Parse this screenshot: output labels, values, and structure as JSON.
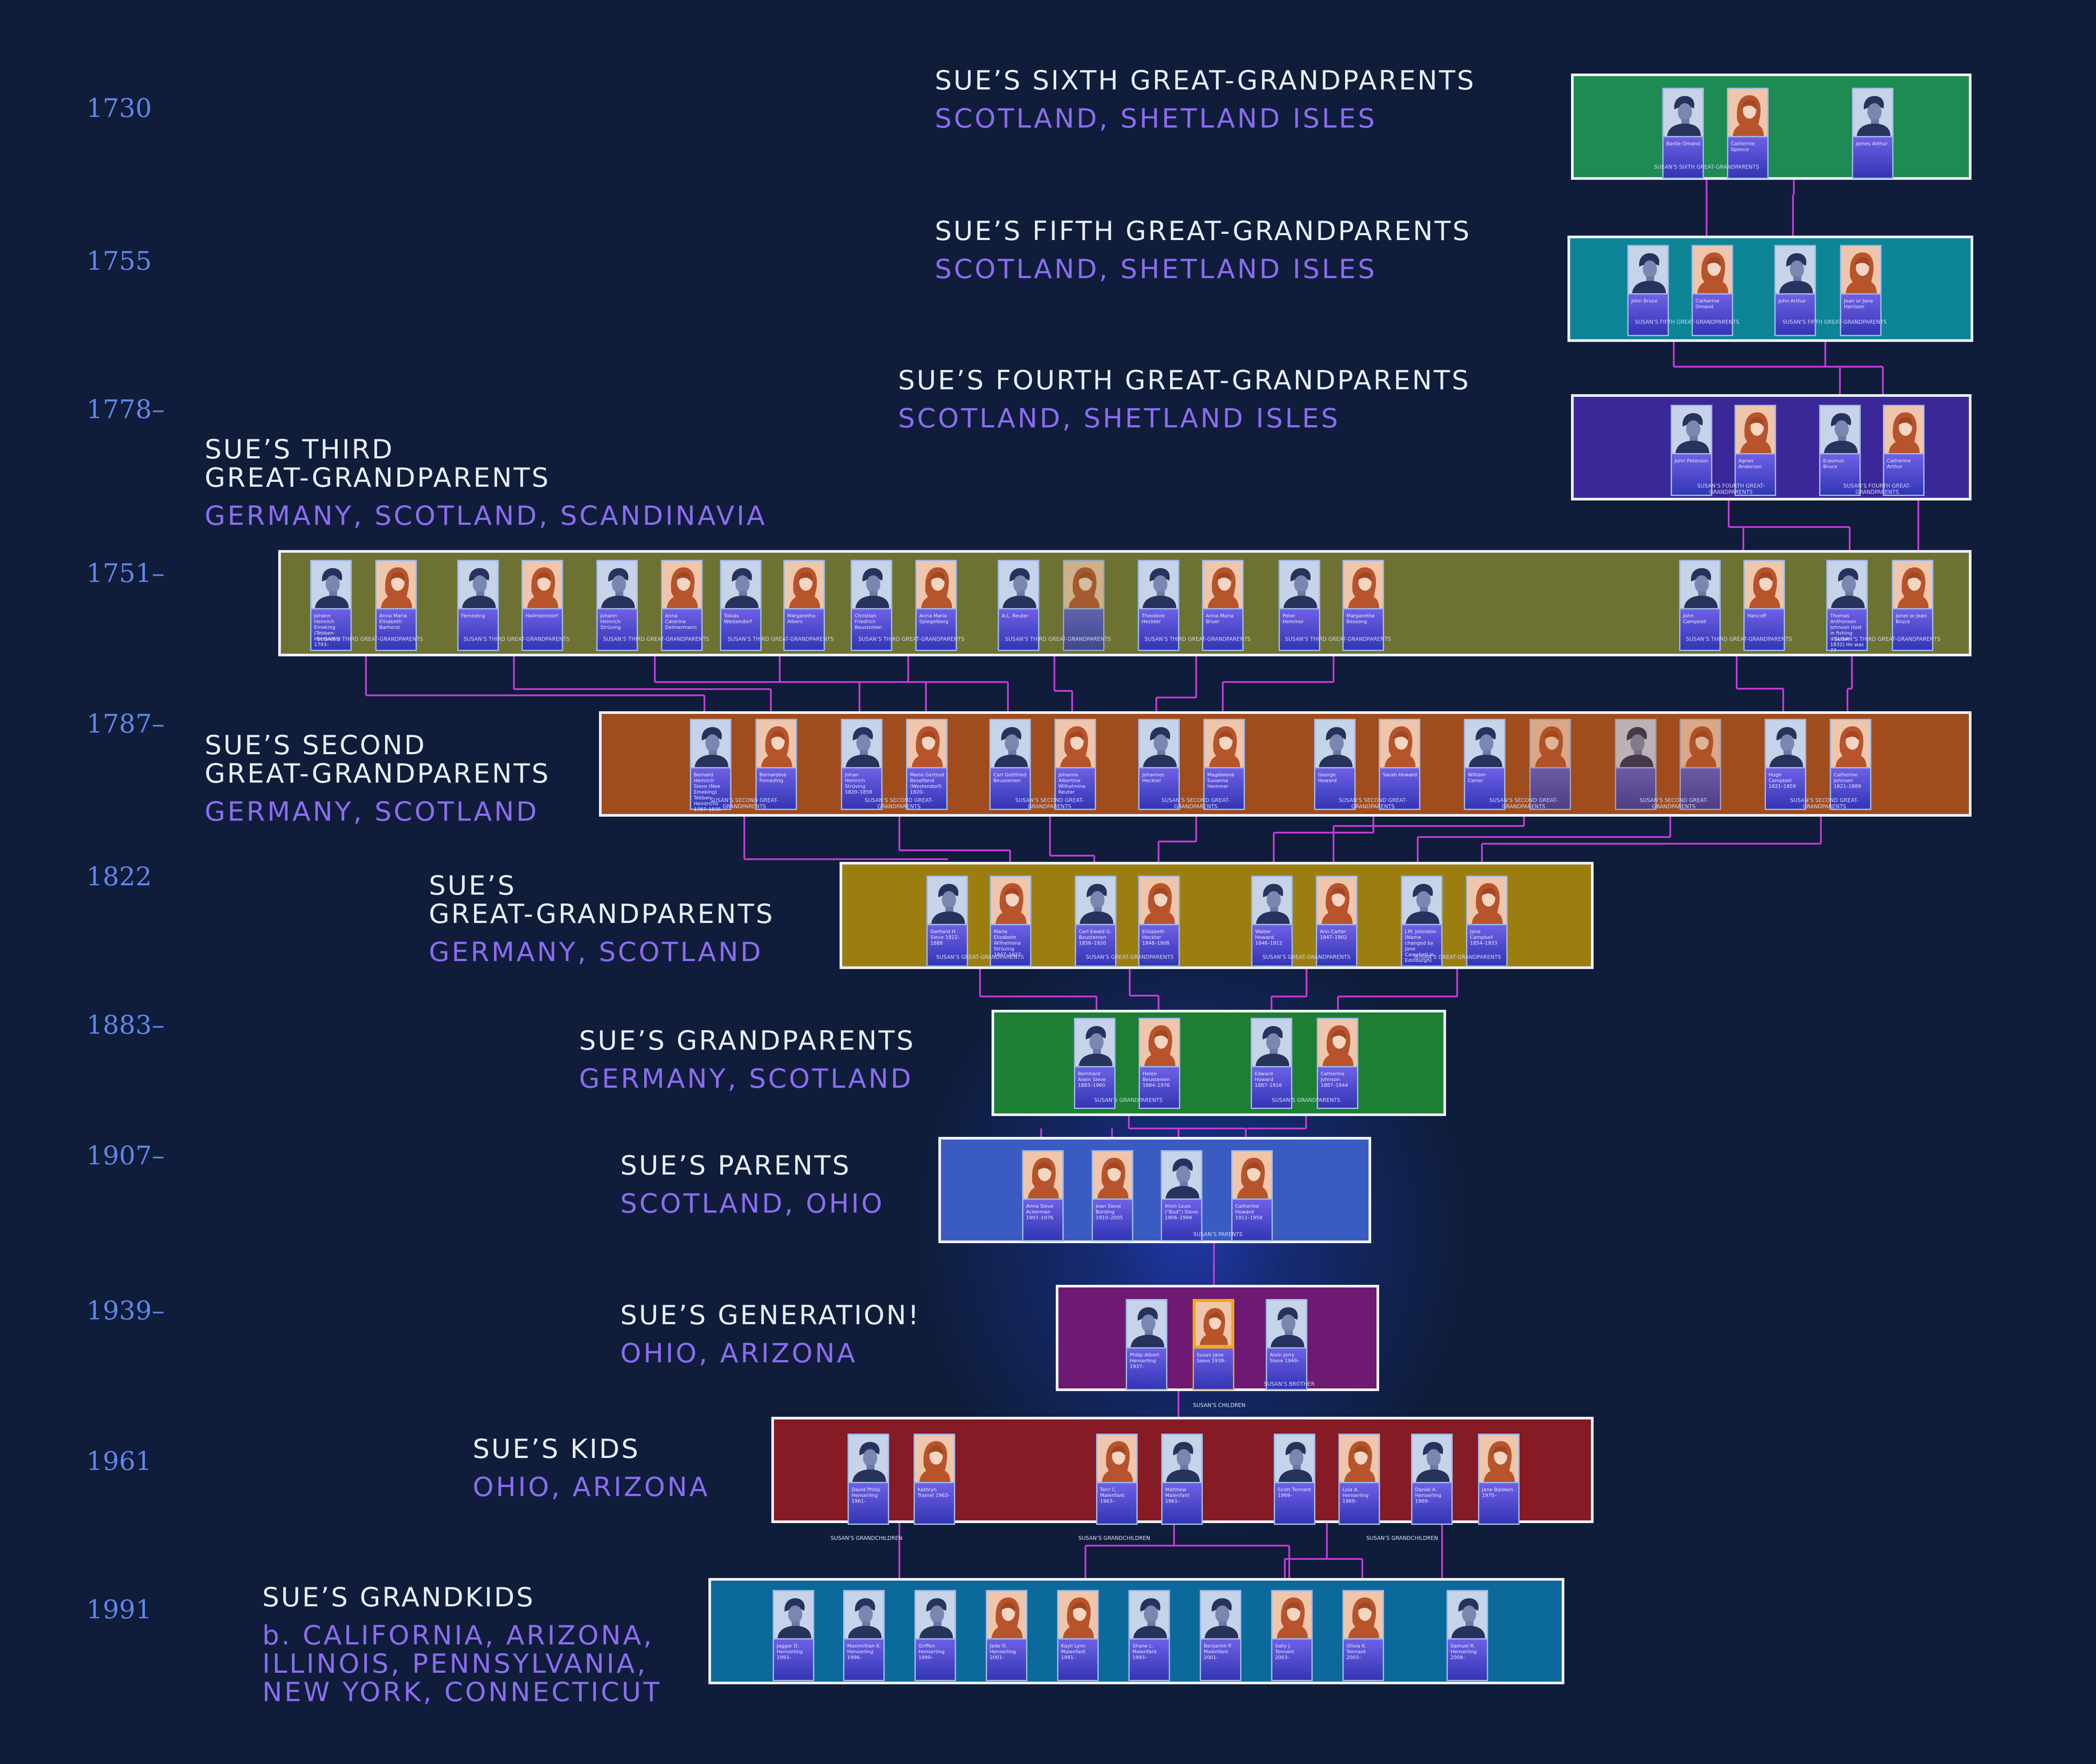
{
  "colors": {
    "background": "#0f1d3b",
    "year": "#5f87e8",
    "title": "#e9ecf6",
    "place": "#8c6cf0",
    "connector": "#c33bd6",
    "box_border": "#eef1f7"
  },
  "years": [
    "1730",
    "1755",
    "1778–",
    "1751–",
    "1787–",
    "1822",
    "1883–",
    "1907–",
    "1939–",
    "1961",
    "1991"
  ],
  "generations": [
    {
      "title_lines": [
        "SUE’S SIXTH GREAT-GRANDPARENTS"
      ],
      "place_lines": [
        "SCOTLAND, SHETLAND ISLES"
      ],
      "box_color": "#1e8b52",
      "people": [
        {
          "name": "Bartle Omand",
          "sex": "m",
          "icon": "man-portrait-icon"
        },
        {
          "name": "Catherine Spence",
          "sex": "f",
          "icon": "woman-portrait-icon"
        },
        {
          "name": "James Arthur",
          "sex": "m",
          "icon": "man-portrait-icon"
        }
      ],
      "captions": [
        "SUSAN’S SIXTH GREAT-GRANDPARENTS"
      ]
    },
    {
      "title_lines": [
        "SUE’S FIFTH GREAT-GRANDPARENTS"
      ],
      "place_lines": [
        "SCOTLAND, SHETLAND ISLES"
      ],
      "box_color": "#0e8597",
      "people": [
        {
          "name": "John Bruce",
          "sex": "m",
          "icon": "man-portrait-icon"
        },
        {
          "name": "Catherine Omand",
          "sex": "f",
          "icon": "woman-portrait-icon"
        },
        {
          "name": "John Arthur",
          "sex": "m",
          "icon": "man-portrait-icon"
        },
        {
          "name": "Jean or Jane Harrison",
          "sex": "f",
          "icon": "woman-portrait-icon"
        }
      ],
      "captions": [
        "SUSAN’S FIFTH GREAT-GRANDPARENTS",
        "SUSAN’S FIFTH GREAT-GRANDPARENTS"
      ]
    },
    {
      "title_lines": [
        "SUE’S FOURTH GREAT-GRANDPARENTS"
      ],
      "place_lines": [
        "SCOTLAND, SHETLAND ISLES"
      ],
      "box_color": "#3b2898",
      "people": [
        {
          "name": "John Peterson",
          "sex": "m",
          "icon": "man-portrait-icon"
        },
        {
          "name": "Agnes Anderson",
          "sex": "f",
          "icon": "woman-portrait-icon"
        },
        {
          "name": "Erasmus Bruce",
          "sex": "m",
          "icon": "man-portrait-icon"
        },
        {
          "name": "Catherine Arthur",
          "sex": "f",
          "icon": "woman-portrait-icon"
        }
      ],
      "captions": [
        "SUSAN’S FOURTH GREAT-GRANDPARENTS",
        "SUSAN’S FOURTH GREAT-GRANDPARENTS"
      ]
    },
    {
      "title_lines": [
        "SUE’S THIRD",
        "GREAT-GRANDPARENTS"
      ],
      "place_lines": [
        "GERMANY, SCOTLAND, SCANDINAVIA"
      ],
      "box_color": "#6d7232",
      "people": [
        {
          "name": "Johann Heinrich Emeking (Tebben-Hendrichs) 1793–",
          "sex": "m",
          "icon": "man-portrait-icon"
        },
        {
          "name": "Anna Maria Elisabeth Barhorst",
          "sex": "f",
          "icon": "woman-portrait-icon"
        },
        {
          "name": "Femeding",
          "sex": "m",
          "icon": "man-portrait-icon"
        },
        {
          "name": "Hallmeinstorf",
          "sex": "f",
          "icon": "woman-portrait-icon"
        },
        {
          "name": "Johann Heinrich Strüving",
          "sex": "m",
          "icon": "man-portrait-icon"
        },
        {
          "name": "Anna Catarina Deimermann",
          "sex": "f",
          "icon": "woman-portrait-icon"
        },
        {
          "name": "Tobias Westendorf",
          "sex": "m",
          "icon": "man-portrait-icon"
        },
        {
          "name": "Margaretha Albers",
          "sex": "f",
          "icon": "woman-portrait-icon"
        },
        {
          "name": "Christian Friedrich Beustenien",
          "sex": "m",
          "icon": "man-portrait-icon"
        },
        {
          "name": "Anna Maria Spiegelberg",
          "sex": "f",
          "icon": "woman-portrait-icon"
        },
        {
          "name": "A.L. Reuter",
          "sex": "m",
          "icon": "man-portrait-icon"
        },
        {
          "name": "",
          "sex": "f",
          "icon": "woman-portrait-icon"
        },
        {
          "name": "Theodore Heckter",
          "sex": "m",
          "icon": "man-portrait-icon"
        },
        {
          "name": "Anna Maria Bruer",
          "sex": "f",
          "icon": "woman-portrait-icon"
        },
        {
          "name": "Peter Hemmer",
          "sex": "m",
          "icon": "man-portrait-icon"
        },
        {
          "name": "Margaretha Bessong",
          "sex": "f",
          "icon": "woman-portrait-icon"
        },
        {
          "name": "John Campbell",
          "sex": "m",
          "icon": "man-portrait-icon"
        },
        {
          "name": "Hancoff",
          "sex": "f",
          "icon": "woman-portrait-icon"
        },
        {
          "name": "Thomas Anthonsen Johnsen (lost in fishing disaster 1832) He was 77",
          "sex": "m",
          "icon": "man-portrait-icon"
        },
        {
          "name": "Janet or Jean Bruce",
          "sex": "f",
          "icon": "woman-portrait-icon"
        }
      ],
      "captions": [
        "SUSAN’S THIRD GREAT-GRANDPARENTS",
        "SUSAN’S THIRD GREAT-GRANDPARENTS",
        "SUSAN’S THIRD GREAT-GRANDPARENTS",
        "SUSAN’S THIRD GREAT-GRANDPARENTS",
        "SUSAN’S THIRD GREAT-GRANDPARENTS",
        "SUSAN’S THIRD GREAT-GRANDPARENTS",
        "SUSAN’S THIRD GREAT-GRANDPARENTS",
        "SUSAN’S THIRD GREAT-GRANDPARENTS",
        "SUSAN’S THIRD GREAT-GRANDPARENTS",
        "SUSAN’S THIRD GREAT-GRANDPARENTS"
      ]
    },
    {
      "title_lines": [
        "SUE’S SECOND",
        "GREAT-GRANDPARENTS"
      ],
      "place_lines": [
        "GERMANY, SCOTLAND"
      ],
      "box_color": "#a14c1c",
      "people": [
        {
          "name": "Bernard Heinrich Sieve (Nee Emeking) Tebben-Hendrichs 1787–1835",
          "sex": "m",
          "icon": "man-portrait-icon"
        },
        {
          "name": "Bernardina Femeding",
          "sex": "f",
          "icon": "woman-portrait-icon"
        },
        {
          "name": "Johan Heinrich Strüving 1820–1858",
          "sex": "m",
          "icon": "man-portrait-icon"
        },
        {
          "name": "Maria Gertrud Beselfand (Westendorf) 1820–",
          "sex": "f",
          "icon": "woman-portrait-icon"
        },
        {
          "name": "Carl Gottfried Beustenien",
          "sex": "m",
          "icon": "man-portrait-icon"
        },
        {
          "name": "Johanna Albertine Wilhelmina Reuter",
          "sex": "f",
          "icon": "woman-portrait-icon"
        },
        {
          "name": "Johannes Heckter",
          "sex": "m",
          "icon": "man-portrait-icon"
        },
        {
          "name": "Magdalena Susanna Hemmer",
          "sex": "f",
          "icon": "woman-portrait-icon"
        },
        {
          "name": "George Howard",
          "sex": "m",
          "icon": "man-portrait-icon"
        },
        {
          "name": "Sarah Howard",
          "sex": "f",
          "icon": "woman-portrait-icon"
        },
        {
          "name": "William Carter",
          "sex": "m",
          "icon": "man-portrait-icon"
        },
        {
          "name": "",
          "sex": "f",
          "icon": "woman-portrait-icon"
        },
        {
          "name": "",
          "sex": "m",
          "icon": "man-portrait-icon"
        },
        {
          "name": "",
          "sex": "f",
          "icon": "woman-portrait-icon"
        },
        {
          "name": "Hugh Campbell 1821–1859",
          "sex": "m",
          "icon": "man-portrait-icon"
        },
        {
          "name": "Catherine Johnsen 1821–1889",
          "sex": "f",
          "icon": "woman-portrait-icon"
        }
      ],
      "captions": [
        "SUSAN’S SECOND GREAT-GRANDPARENTS",
        "SUSAN’S SECOND GREAT-GRANDPARENTS",
        "SUSAN’S SECOND GREAT-GRANDPARENTS",
        "SUSAN’S SECOND GREAT-GRANDPARENTS",
        "SUSAN’S SECOND GREAT-GRANDPARENTS",
        "SUSAN’S SECOND GREAT-GRANDPARENTS",
        "SUSAN’S SECOND GREAT-GRANDPARENTS",
        "SUSAN’S SECOND GREAT-GRANDPARENTS"
      ]
    },
    {
      "title_lines": [
        "SUE’S",
        "GREAT-GRANDPARENTS"
      ],
      "place_lines": [
        "GERMANY, SCOTLAND"
      ],
      "box_color": "#9c7e10",
      "people": [
        {
          "name": "Gerhard H Sieve 1822–1888",
          "sex": "m",
          "icon": "man-portrait-icon"
        },
        {
          "name": "Maria Elizabeth Wilhelmina Strüving 1847–1927",
          "sex": "f",
          "icon": "woman-portrait-icon"
        },
        {
          "name": "Carl Ewald G. Beustenien 1856–1920",
          "sex": "m",
          "icon": "man-portrait-icon"
        },
        {
          "name": "Elizabeth Heckter 1848–1908",
          "sex": "f",
          "icon": "woman-portrait-icon"
        },
        {
          "name": "Walter Howard 1846–1912",
          "sex": "m",
          "icon": "man-portrait-icon"
        },
        {
          "name": "Ann Carter 1847–1902",
          "sex": "f",
          "icon": "woman-portrait-icon"
        },
        {
          "name": "J.M. Johnston (Name changed by Jane Campbell in Edinburgh)",
          "sex": "m",
          "icon": "man-portrait-icon"
        },
        {
          "name": "Jane Campbell 1854–1933",
          "sex": "f",
          "icon": "woman-portrait-icon"
        }
      ],
      "captions": [
        "SUSAN’S GREAT-GRANDPARENTS",
        "SUSAN’S GREAT-GRANDPARENTS",
        "SUSAN’S GREAT-GRANDPARENTS",
        "SUSAN’S GREAT-GRANDPARENTS"
      ]
    },
    {
      "title_lines": [
        "SUE’S GRANDPARENTS"
      ],
      "place_lines": [
        "GERMANY, SCOTLAND"
      ],
      "box_color": "#1d7f33",
      "people": [
        {
          "name": "Bernhard Alwin Sieve 1883–1960",
          "sex": "m",
          "icon": "man-portrait-icon"
        },
        {
          "name": "Helen Beustenien 1884–1976",
          "sex": "f",
          "icon": "woman-portrait-icon"
        },
        {
          "name": "Edward Howard 1887–1916",
          "sex": "m",
          "icon": "man-portrait-icon"
        },
        {
          "name": "Catherine Johnson 1887–1944",
          "sex": "f",
          "icon": "woman-portrait-icon"
        }
      ],
      "captions": [
        "SUSAN’S GRANDPARENTS",
        "SUSAN’S GRANDPARENTS"
      ]
    },
    {
      "title_lines": [
        "SUE’S PARENTS"
      ],
      "place_lines": [
        "SCOTLAND, OHIO"
      ],
      "box_color": "#3a5cc2",
      "people": [
        {
          "name": "Anna Sieve Ackerman 1907–1976",
          "sex": "f",
          "icon": "woman-portrait-icon"
        },
        {
          "name": "Jean Sieve Bording 1910–2005",
          "sex": "f",
          "icon": "woman-portrait-icon"
        },
        {
          "name": "Alvin Louis (“Bud”) Sieve 1906–1994",
          "sex": "m",
          "icon": "man-portrait-icon"
        },
        {
          "name": "Catherine Howard 1911–1959",
          "sex": "f",
          "icon": "woman-portrait-icon"
        }
      ],
      "captions": [
        "SUSAN’S PARENTS"
      ]
    },
    {
      "title_lines": [
        "SUE’S GENERATION!"
      ],
      "place_lines": [
        "OHIO, ARIZONA"
      ],
      "box_color": "#6e1a72",
      "people": [
        {
          "name": "Philip Albert Henserling 1937–",
          "sex": "m",
          "icon": "man-portrait-icon"
        },
        {
          "name": "Susan Jane Sieve 1939–",
          "sex": "f",
          "icon": "woman-portrait-icon",
          "highlight": true
        },
        {
          "name": "Alvin Jerry Sieve 1949–",
          "sex": "m",
          "icon": "man-portrait-icon"
        }
      ],
      "captions": [
        "SUSAN’S BROTHER",
        "SUSAN’S CHILDREN"
      ]
    },
    {
      "title_lines": [
        "SUE’S KIDS"
      ],
      "place_lines": [
        "OHIO, ARIZONA"
      ],
      "box_color": "#861a25",
      "people": [
        {
          "name": "David Philip Henserling 1961–",
          "sex": "m",
          "icon": "man-portrait-icon"
        },
        {
          "name": "Kathryn Tramel 1963–",
          "sex": "f",
          "icon": "woman-portrait-icon"
        },
        {
          "name": "Terri C. Malenfant 1963–",
          "sex": "f",
          "icon": "woman-portrait-icon"
        },
        {
          "name": "Matthew Malenfant 1961–",
          "sex": "m",
          "icon": "man-portrait-icon"
        },
        {
          "name": "Scott Tennant 1969–",
          "sex": "m",
          "icon": "man-portrait-icon"
        },
        {
          "name": "Lola A. Henserling 1969–",
          "sex": "f",
          "icon": "woman-portrait-icon"
        },
        {
          "name": "Daniel A. Henserling 1969–",
          "sex": "m",
          "icon": "man-portrait-icon"
        },
        {
          "name": "Jane Baldwin 1970–",
          "sex": "f",
          "icon": "woman-portrait-icon"
        }
      ],
      "captions": [
        "SUSAN’S GRANDCHILDREN",
        "SUSAN’S GRANDCHILDREN",
        "SUSAN’S GRANDCHILDREN"
      ]
    },
    {
      "title_lines": [
        "SUE’S GRANDKIDS"
      ],
      "place_lines": [
        "b. CALIFORNIA, ARIZONA,",
        "ILLINOIS, PENNSYLVANIA,",
        "NEW YORK, CONNECTICUT"
      ],
      "box_color": "#0b6a9b",
      "people": [
        {
          "name": "Jagger D. Henserling 1993–",
          "sex": "m",
          "icon": "man-portrait-icon"
        },
        {
          "name": "Maximillian K. Henserling 1996–",
          "sex": "m",
          "icon": "man-portrait-icon"
        },
        {
          "name": "Griffen Henserling 1999–",
          "sex": "m",
          "icon": "man-portrait-icon"
        },
        {
          "name": "Jade O. Henserling 2001–",
          "sex": "f",
          "icon": "woman-portrait-icon"
        },
        {
          "name": "Kayli Lynn Malenfant 1991–",
          "sex": "f",
          "icon": "woman-portrait-icon"
        },
        {
          "name": "Shane L. Malenfant 1993–",
          "sex": "m",
          "icon": "man-portrait-icon"
        },
        {
          "name": "Benjamin P. Malenfant 2001–",
          "sex": "m",
          "icon": "man-portrait-icon"
        },
        {
          "name": "Sally J. Tennant 2003–",
          "sex": "f",
          "icon": "woman-portrait-icon"
        },
        {
          "name": "Olivia K. Tennant 2003–",
          "sex": "f",
          "icon": "woman-portrait-icon"
        },
        {
          "name": "Samuel R. Henserling 2008–",
          "sex": "m",
          "icon": "man-portrait-icon"
        }
      ],
      "captions": []
    }
  ]
}
